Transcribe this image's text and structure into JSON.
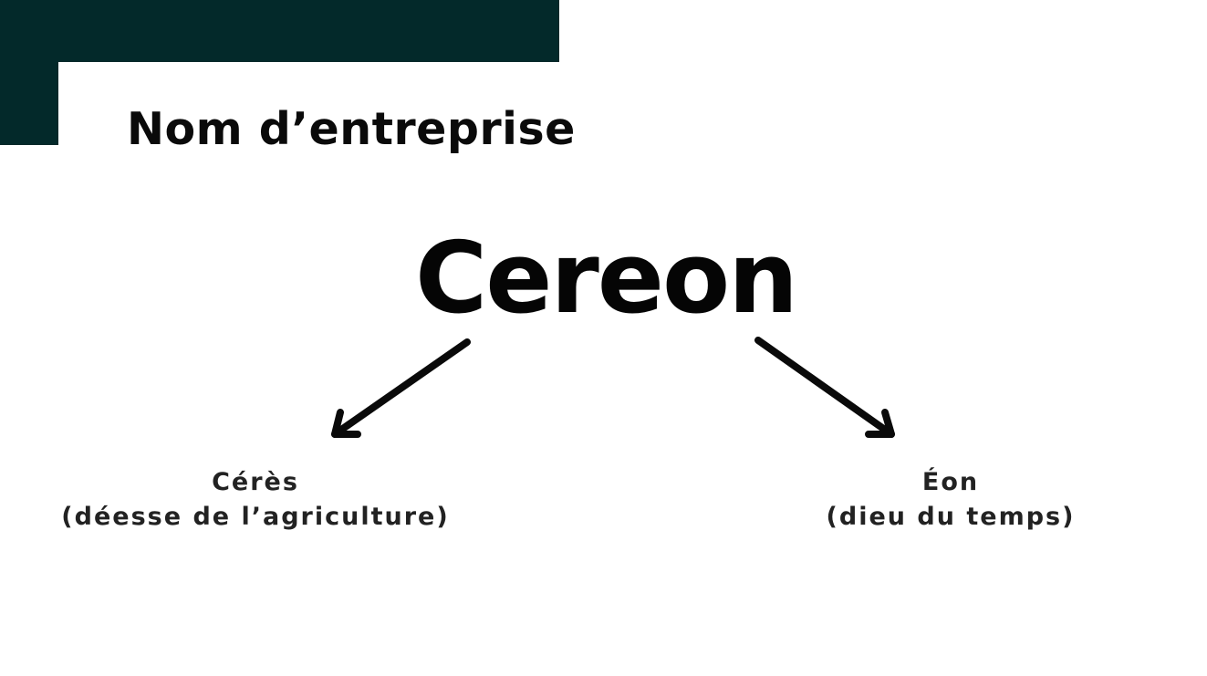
{
  "title": "Nom d’entreprise",
  "name": "Cereon",
  "origins": [
    {
      "name": "Cérès",
      "description": "(déesse de l’agriculture)"
    },
    {
      "name": "Éon",
      "description": "(dieu du temps)"
    }
  ],
  "colors": {
    "accent": "#03292a",
    "text": "#0a0a0a",
    "arrow": "#0a0a0a"
  }
}
